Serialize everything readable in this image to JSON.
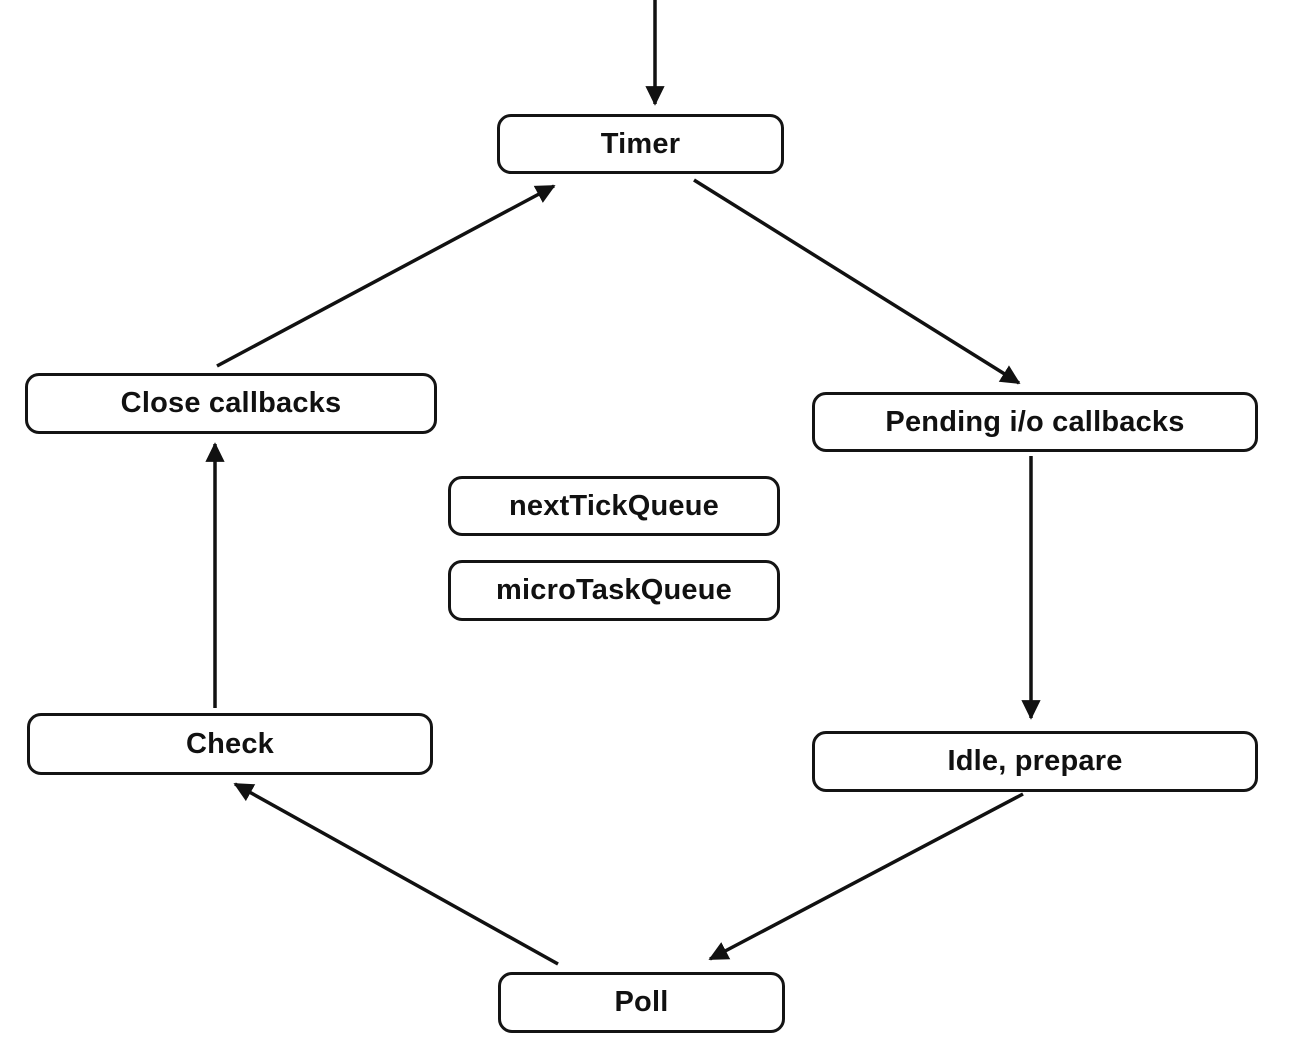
{
  "diagram": {
    "type": "flowchart",
    "topic": "event-loop-phases",
    "colors": {
      "background": "#ffffff",
      "node_fill": "#ffffff",
      "node_border": "#141414",
      "edge_stroke": "#111111",
      "text": "#111111"
    },
    "nodes": {
      "timer": {
        "label": "Timer"
      },
      "close_callbacks": {
        "label": "Close callbacks"
      },
      "pending_io": {
        "label": "Pending i/o callbacks"
      },
      "next_tick_queue": {
        "label": "nextTickQueue"
      },
      "micro_task_queue": {
        "label": "microTaskQueue"
      },
      "check": {
        "label": "Check"
      },
      "idle_prepare": {
        "label": "Idle, prepare"
      },
      "poll": {
        "label": "Poll"
      }
    },
    "edges": [
      {
        "from": "entry-offscreen-top",
        "to": "timer"
      },
      {
        "from": "close_callbacks",
        "to": "timer"
      },
      {
        "from": "timer",
        "to": "pending_io"
      },
      {
        "from": "pending_io",
        "to": "idle_prepare"
      },
      {
        "from": "idle_prepare",
        "to": "poll"
      },
      {
        "from": "poll",
        "to": "check"
      },
      {
        "from": "check",
        "to": "close_callbacks"
      }
    ]
  }
}
